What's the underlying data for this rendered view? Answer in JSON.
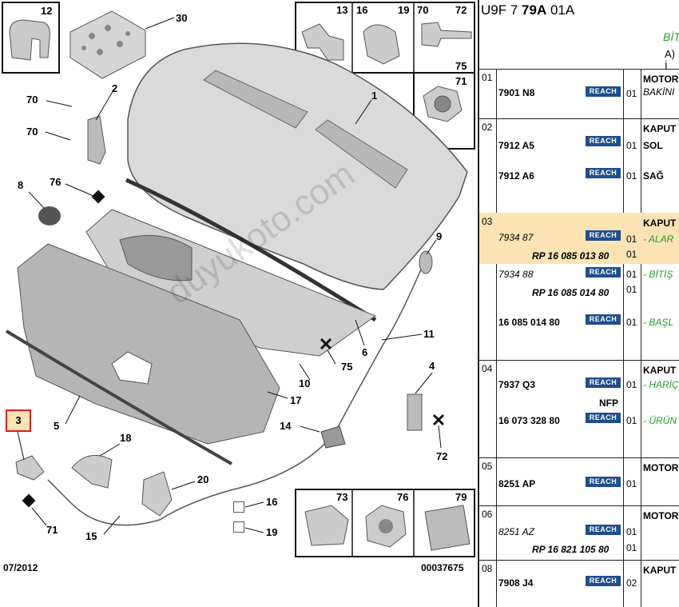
{
  "diagram": {
    "footer_date": "07/2012",
    "footer_code": "00037675",
    "watermark": "duyukoto.com",
    "callouts": [
      "12",
      "30",
      "13",
      "16",
      "19",
      "70",
      "72",
      "75",
      "71",
      "1",
      "2",
      "70",
      "70",
      "8",
      "76",
      "9",
      "11",
      "6",
      "75",
      "10",
      "17",
      "5",
      "3",
      "18",
      "20",
      "14",
      "4",
      "72",
      "16",
      "19",
      "15",
      "71",
      "73",
      "76",
      "79"
    ]
  },
  "table": {
    "header": {
      "prefix": "U9F 7 ",
      "bold": "79A",
      "suffix": " 01A",
      "line2": "BİT",
      "line3": "A) İ"
    },
    "rows": [
      {
        "idx": "01",
        "items": [
          {
            "pn": "7901 N8",
            "reach": "REACH",
            "qty": "01",
            "desc": "MOTOR",
            "desc2": "BAKİNI"
          }
        ]
      },
      {
        "idx": "02",
        "items": [
          {
            "pn": "7912 A5",
            "reach": "REACH",
            "qty": "01",
            "desc": "KAPUT",
            "desc2": "SOL"
          },
          {
            "pn": "7912 A6",
            "reach": "REACH",
            "qty": "01",
            "desc": "SAĞ"
          }
        ]
      },
      {
        "idx": "03",
        "items": [
          {
            "pn": "7934 87",
            "reach": "REACH",
            "qty": "01",
            "desc": "KAPUT",
            "desc2": "- ALAR",
            "rp": "RP 16 085 013 80",
            "qty2": "01"
          },
          {
            "pn": "7934 88",
            "reach": "REACH",
            "qty": "01",
            "desc": "- BİTİŞ",
            "rp": "RP 16 085 014 80",
            "qty2": "01"
          },
          {
            "pn": "16 085 014 80",
            "reach": "REACH",
            "qty": "01",
            "desc": "- BAŞL"
          }
        ]
      },
      {
        "idx": "04",
        "items": [
          {
            "pn": "7937 Q3",
            "reach": "REACH",
            "qty": "01",
            "desc": "KAPUT",
            "desc2": "- HARİÇ"
          },
          {
            "nfp": "NFP",
            "pn": "16 073 328 80",
            "reach": "REACH",
            "qty": "01",
            "desc": "- ÜRÜN"
          }
        ]
      },
      {
        "idx": "05",
        "items": [
          {
            "pn": "8251 AP",
            "reach": "REACH",
            "qty": "01",
            "desc": "MOTOR"
          }
        ]
      },
      {
        "idx": "06",
        "items": [
          {
            "pn": "8251 AZ",
            "reach": "REACH",
            "qty": "01",
            "desc": "MOTOR",
            "rp": "RP 16 821 105 80",
            "qty2": "01"
          }
        ]
      },
      {
        "idx": "08",
        "items": [
          {
            "pn": "7908 J4",
            "reach": "REACH",
            "qty": "02",
            "desc": "KAPUT"
          }
        ]
      }
    ]
  },
  "colors": {
    "reach_bg": "#1f4e8c",
    "highlight_row": "#fbe3b4",
    "green_text": "#2a9d2a",
    "callout_red": "#d62020"
  }
}
